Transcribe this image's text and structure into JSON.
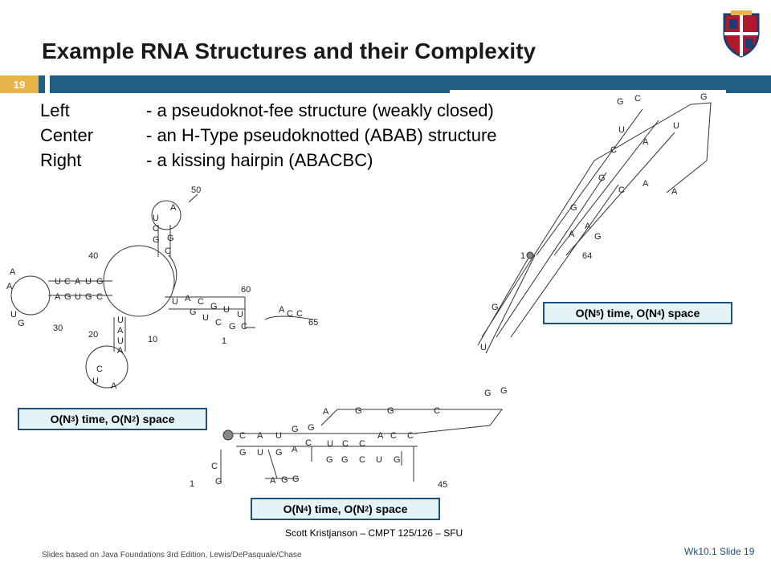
{
  "header": {
    "title": "Example RNA Structures and their Complexity",
    "slide_badge": "19"
  },
  "description": [
    {
      "key": "Left",
      "value": "- a pseudoknot-fee structure (weakly closed)"
    },
    {
      "key": "Center",
      "value": "- an H-Type pseudoknotted (ABAB) structure"
    },
    {
      "key": "Right",
      "value": "- a kissing hairpin (ABACBC)"
    }
  ],
  "labels": {
    "left_time": "O(N",
    "left_time_exp": "3",
    "left_space": ") time, O(N",
    "left_space_exp": "2",
    "left_end": ") space",
    "center_time": "O(N",
    "center_time_exp": "4",
    "center_space": ") time, O(N",
    "center_space_exp": "2",
    "center_end": ") space",
    "right_time": "O(N",
    "right_time_exp": "5",
    "right_space": ") time, O(N",
    "right_space_exp": "4",
    "right_end": ") space"
  },
  "rna_numbers": {
    "n50": "50",
    "n40": "40",
    "n60": "60",
    "n65": "65",
    "n30": "30",
    "n20": "20",
    "n10": "10",
    "n1a": "1",
    "n1b": "1",
    "n45": "45",
    "n1c": "1",
    "n64": "64"
  },
  "footer": {
    "credit": "Scott Kristjanson – CMPT 125/126 – SFU",
    "source": "Slides based on Java Foundations 3rd Edition, Lewis/DePasquale/Chase",
    "slide": "Wk10.1  Slide 19"
  },
  "colors": {
    "bar": "#1f5f86",
    "badge": "#e9b44c",
    "box_fill": "#e5f3f6",
    "box_border": "#1f4e79"
  }
}
